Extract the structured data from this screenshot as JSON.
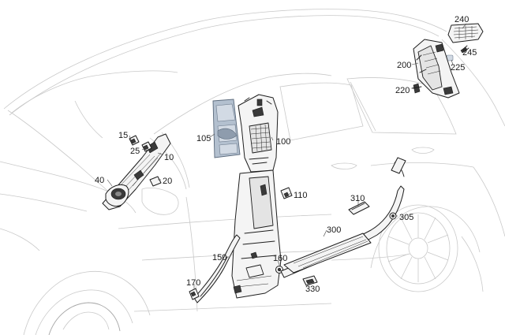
{
  "callouts": [
    {
      "key": "p240",
      "text": "240"
    },
    {
      "key": "p245",
      "text": "245"
    },
    {
      "key": "p225",
      "text": "225"
    },
    {
      "key": "p200",
      "text": "200"
    },
    {
      "key": "p220",
      "text": "220"
    },
    {
      "key": "p105",
      "text": "105"
    },
    {
      "key": "p100",
      "text": "100"
    },
    {
      "key": "p15",
      "text": "15"
    },
    {
      "key": "p25",
      "text": "25"
    },
    {
      "key": "p10",
      "text": "10"
    },
    {
      "key": "p40",
      "text": "40"
    },
    {
      "key": "p20",
      "text": "20"
    },
    {
      "key": "p110",
      "text": "110"
    },
    {
      "key": "p310",
      "text": "310"
    },
    {
      "key": "p305",
      "text": "305"
    },
    {
      "key": "p300",
      "text": "300"
    },
    {
      "key": "p150",
      "text": "150"
    },
    {
      "key": "p160",
      "text": "160"
    },
    {
      "key": "p170",
      "text": "170"
    },
    {
      "key": "p330",
      "text": "330"
    }
  ],
  "colors": {
    "outline": "#1e1e1e",
    "ghost_vehicle": "#c9c9c9",
    "highlight_part": "#b3c0cf"
  }
}
